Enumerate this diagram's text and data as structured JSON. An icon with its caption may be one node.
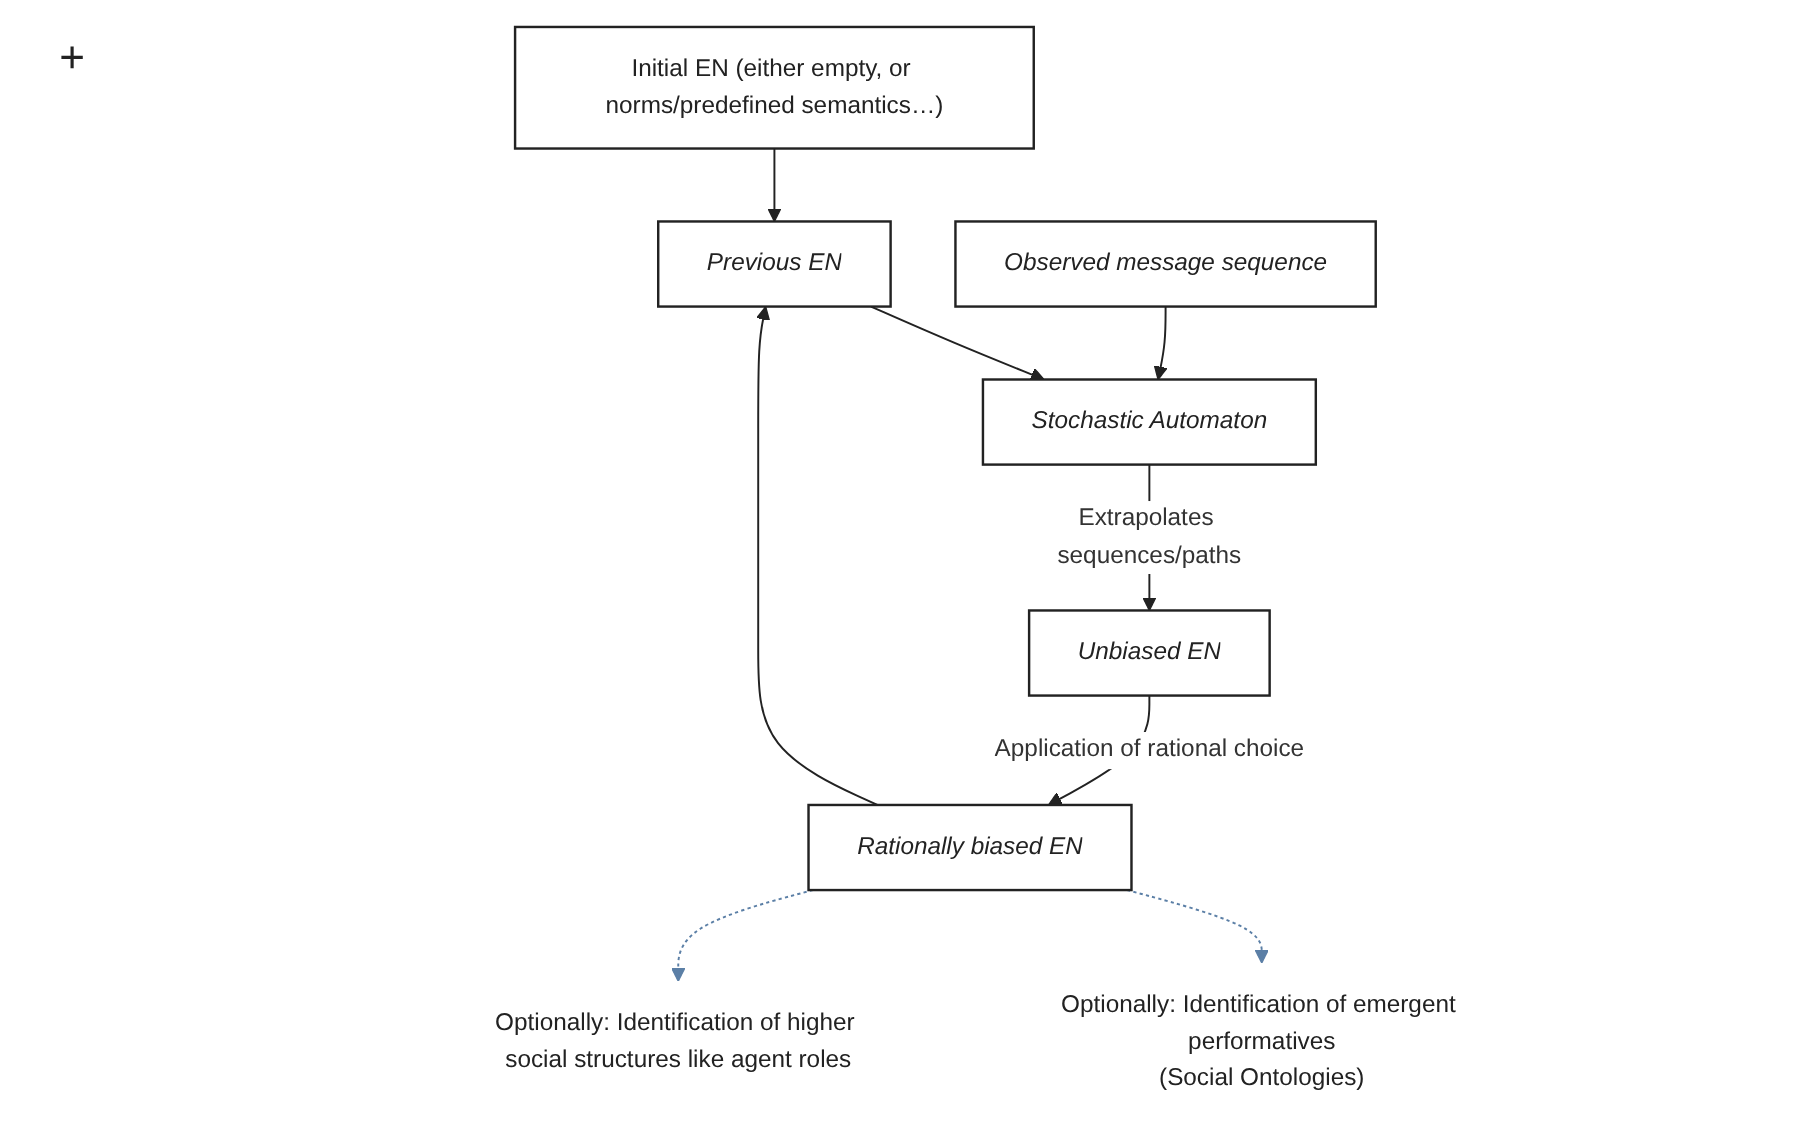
{
  "diagram": {
    "nodes": [
      {
        "text": [
          "Initial EN (either empty, or norms/predefined semantics…)"
        ]
      },
      {
        "text": [
          "Previous EN"
        ]
      },
      {
        "text": [
          "Observed message sequence"
        ]
      },
      {
        "text": [
          "Stochastic Automaton"
        ]
      },
      {
        "text": [
          "Unbiased EN"
        ]
      },
      {
        "text": [
          "Rationally biased EN"
        ]
      },
      {
        "text": [
          "Optionally: Identification of emergent performatives",
          "(Social Ontologies)"
        ]
      },
      {
        "text": [
          "Optionally: Identification of higher social structures like agent roles"
        ]
      }
    ],
    "edges": [
      {
        "from": 0,
        "to": 1,
        "arrow": "to"
      },
      {
        "from": 1,
        "to": 3,
        "arrow": "to"
      },
      {
        "from": 2,
        "to": 3,
        "arrow": "to"
      },
      {
        "from": 3,
        "to": 4,
        "arrow": "to",
        "label": "Extrapolates sequences/paths"
      },
      {
        "from": 4,
        "to": 5,
        "arrow": "to",
        "label": "Application of rational choice"
      },
      {
        "from": 5,
        "to": 1,
        "arrow": "to"
      },
      {
        "from": 5,
        "to": 6,
        "arrow": "to",
        "style": "dashed",
        "color": "#5b7fa6"
      },
      {
        "from": 5,
        "to": 7,
        "arrow": "to",
        "style": "dashed",
        "color": "#5b7fa6"
      }
    ],
    "labels": [
      "+"
    ]
  }
}
